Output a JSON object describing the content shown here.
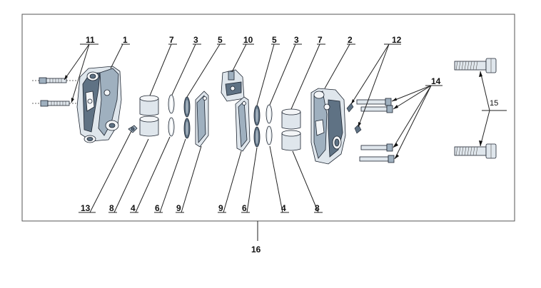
{
  "diagram": {
    "callouts": [
      {
        "id": "c11",
        "text": "11"
      },
      {
        "id": "c1",
        "text": "1"
      },
      {
        "id": "c7a",
        "text": "7"
      },
      {
        "id": "c3a",
        "text": "3"
      },
      {
        "id": "c5a",
        "text": "5"
      },
      {
        "id": "c10",
        "text": "10"
      },
      {
        "id": "c5b",
        "text": "5"
      },
      {
        "id": "c3b",
        "text": "3"
      },
      {
        "id": "c7b",
        "text": "7"
      },
      {
        "id": "c2",
        "text": "2"
      },
      {
        "id": "c12",
        "text": "12"
      },
      {
        "id": "c14",
        "text": "14"
      },
      {
        "id": "c15",
        "text": "15"
      },
      {
        "id": "c13",
        "text": "13"
      },
      {
        "id": "c8a",
        "text": "8"
      },
      {
        "id": "c4a",
        "text": "4"
      },
      {
        "id": "c6a",
        "text": "6"
      },
      {
        "id": "c9a",
        "text": "9"
      },
      {
        "id": "c9b",
        "text": "9"
      },
      {
        "id": "c6b",
        "text": "6"
      },
      {
        "id": "c4b",
        "text": "4"
      },
      {
        "id": "c8b",
        "text": "8"
      },
      {
        "id": "c16",
        "text": "16"
      }
    ],
    "colors": {
      "frame": "#555555",
      "line": "#222222",
      "metal_dark": "#5f7284",
      "metal_light": "#dfe6ec"
    }
  }
}
